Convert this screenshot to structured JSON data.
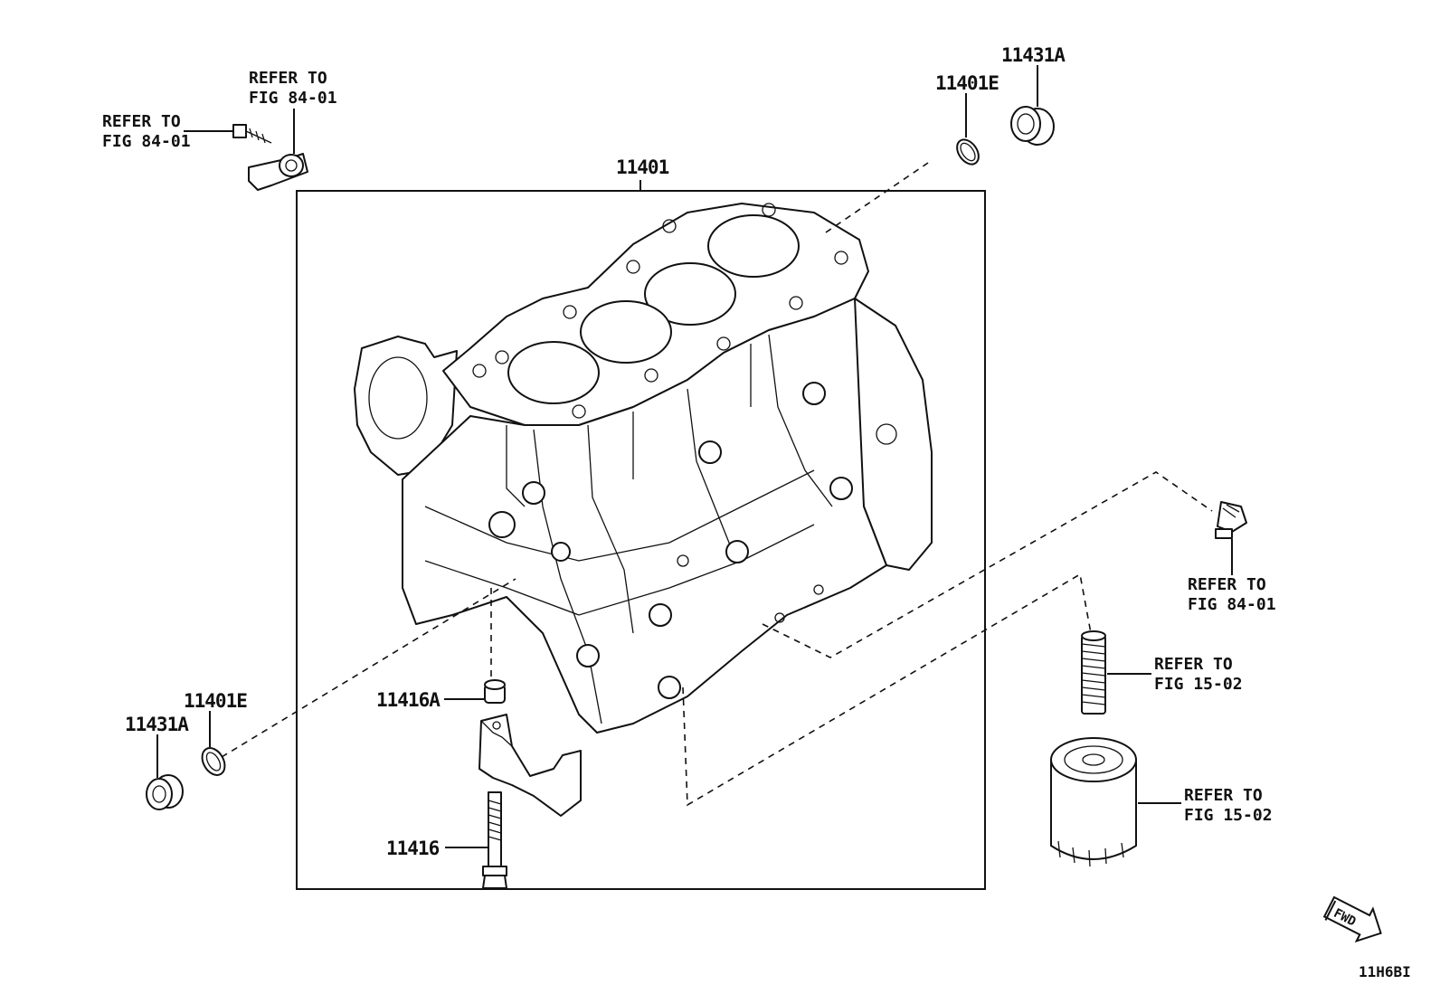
{
  "labels": {
    "block": "11401",
    "gasket_top": "11401E",
    "plug_top": "11431A",
    "gasket_left": "11401E",
    "plug_left": "11431A",
    "pin": "11416A",
    "bolt": "11416",
    "diagram_code": "11H6BI",
    "fwd": "FWD"
  },
  "refer_notes": {
    "knock_bolt": [
      "REFER TO",
      "FIG 84-01"
    ],
    "knock_sensor": [
      "REFER TO",
      "FIG 84-01"
    ],
    "right_sensor": [
      "REFER TO",
      "FIG 84-01"
    ],
    "oil_stud": [
      "REFER TO",
      "FIG 15-02"
    ],
    "oil_filter": [
      "REFER TO",
      "FIG 15-02"
    ]
  }
}
